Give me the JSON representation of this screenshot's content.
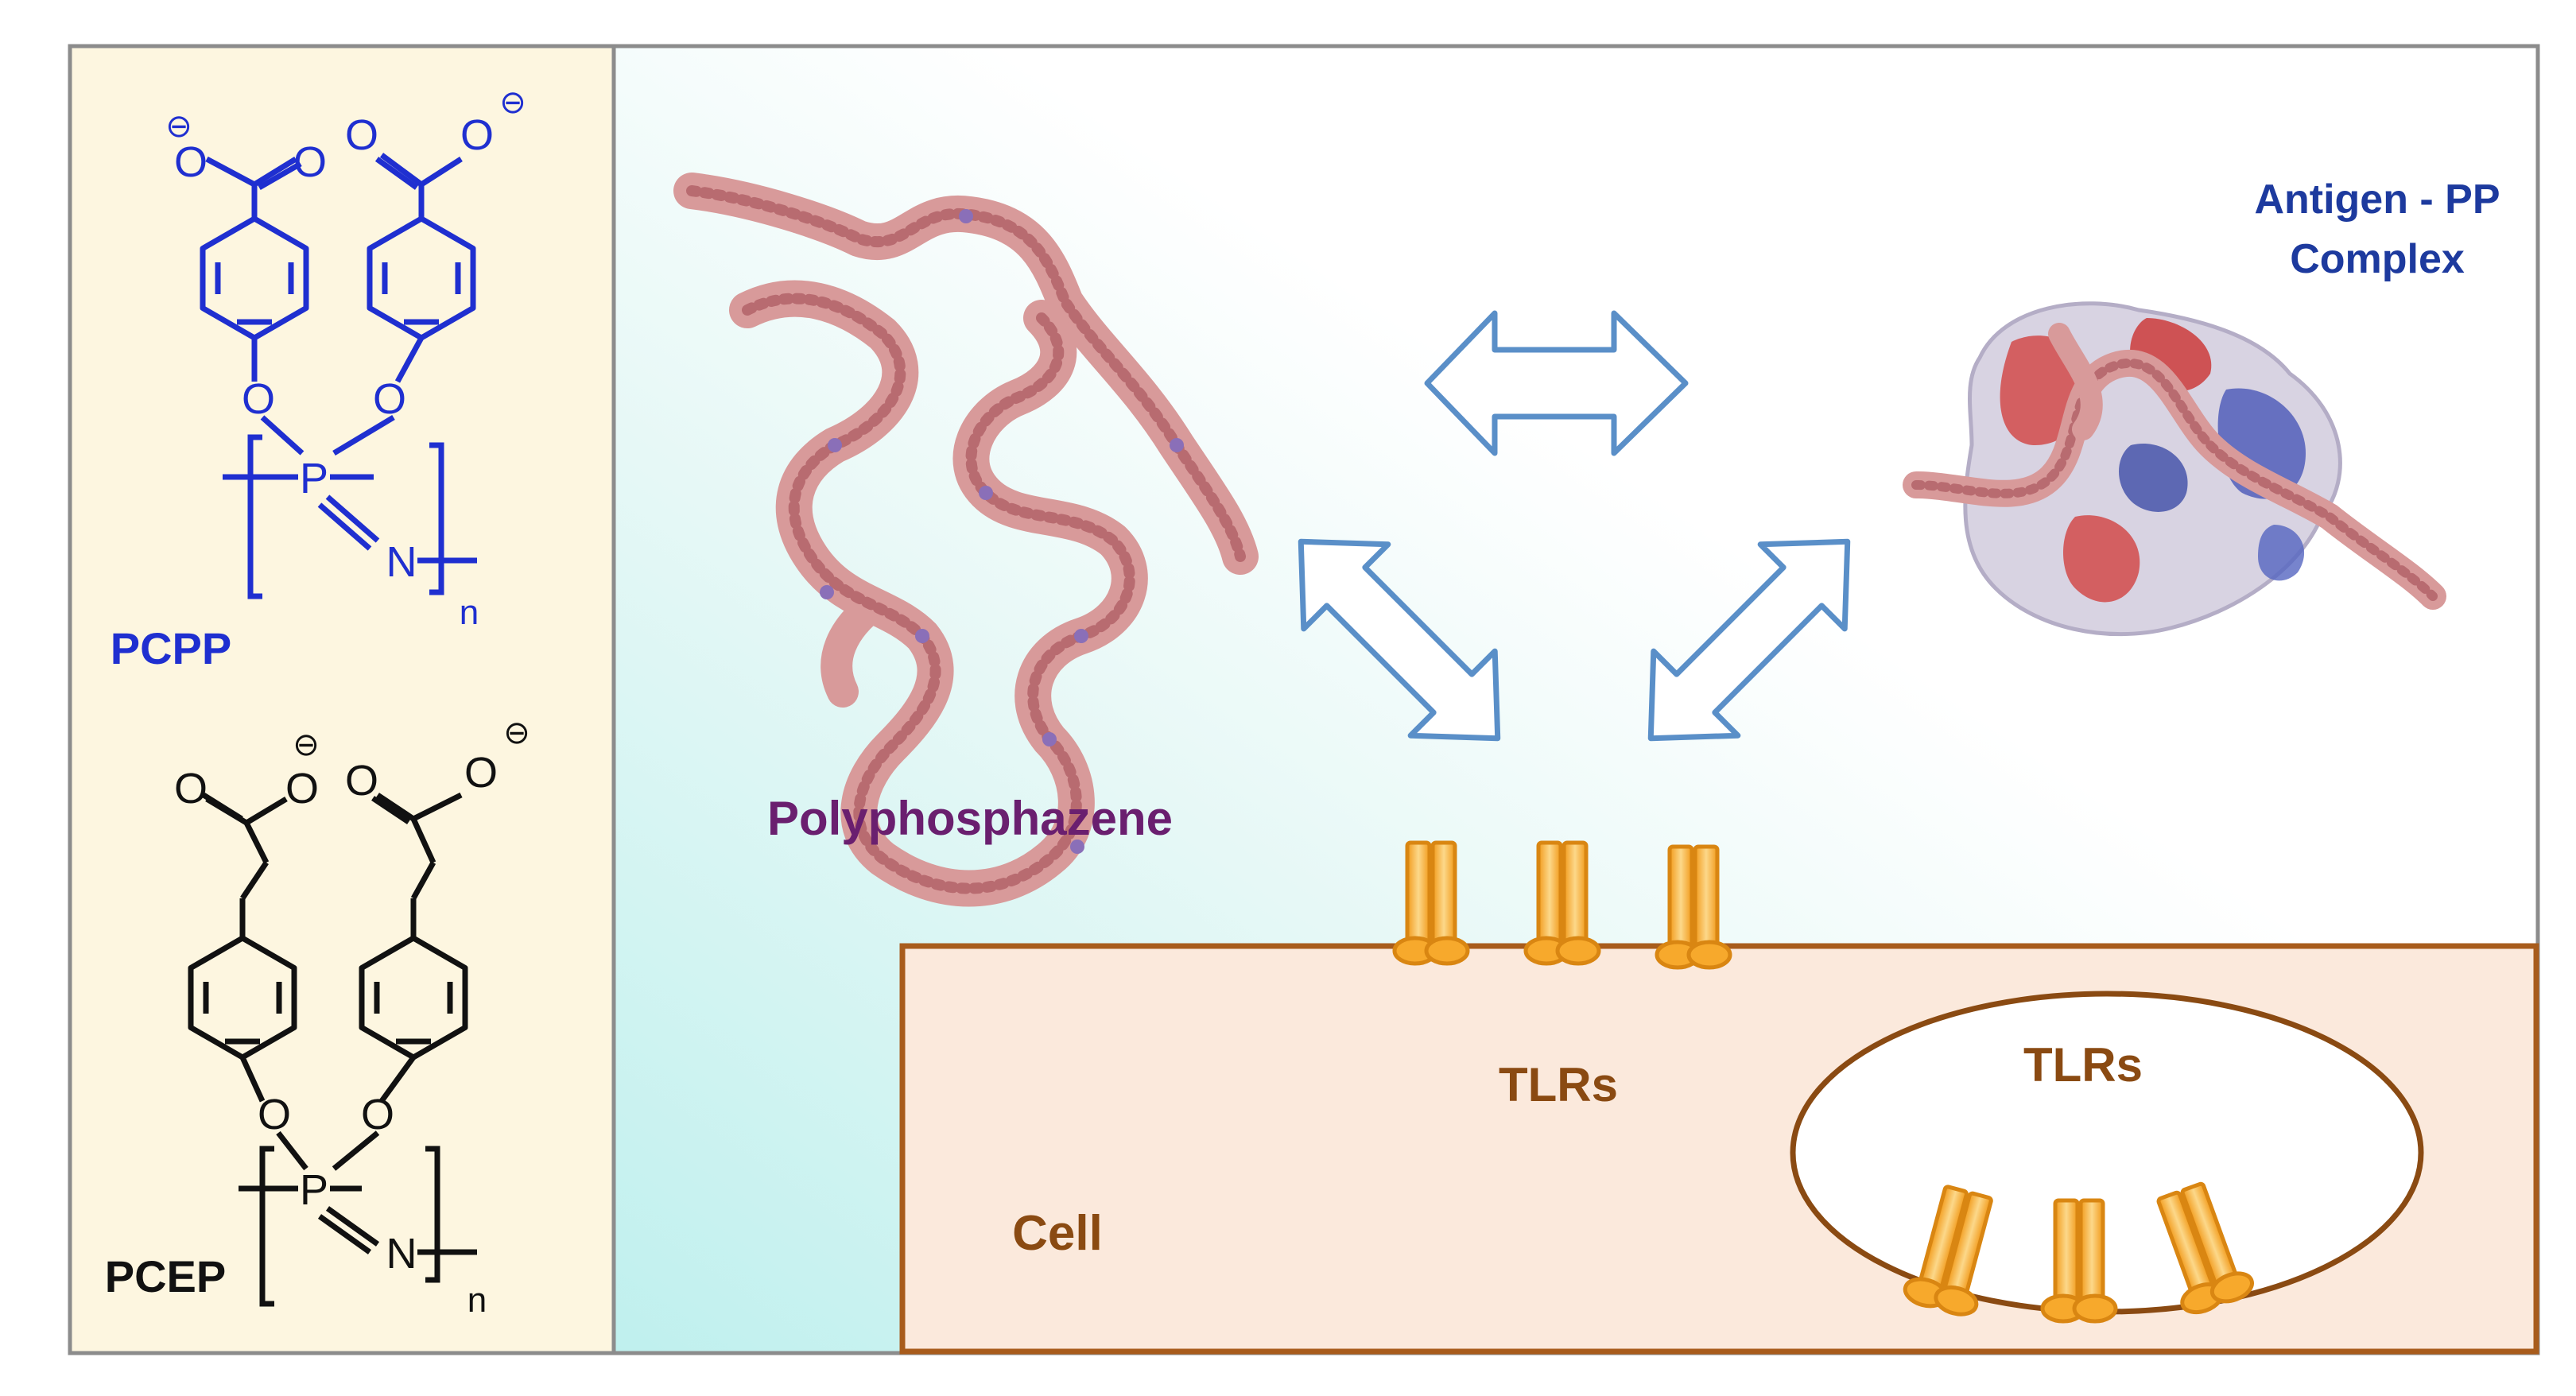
{
  "chemistry": {
    "pcpp": {
      "name": "PCPP",
      "o": "O",
      "p": "P",
      "n": "N",
      "subscript": "n",
      "charge": "⊖"
    },
    "pcep": {
      "name": "PCEP",
      "o": "O",
      "p": "P",
      "n": "N",
      "subscript": "n",
      "charge": "⊖"
    }
  },
  "labels": {
    "polymer": "Polyphosphazene",
    "complex_line1": "Antigen - PP",
    "complex_line2": "Complex",
    "tlrs_surface": "TLRs",
    "tlrs_endosome": "TLRs",
    "cell": "Cell"
  },
  "colors": {
    "pcpp": "#1f2fd0",
    "pcep": "#111111",
    "polymer_label": "#6a1f6f",
    "complex_label": "#1d3a9e",
    "cell_label": "#8a4a12",
    "cell_border": "#a85c1c",
    "cell_fill": "#fbe9dc",
    "left_panel": "#fdf6e0",
    "arrow_stroke": "#5a8fc8",
    "receptor_fill": "#f7a92c",
    "receptor_light": "#fbd17c"
  }
}
